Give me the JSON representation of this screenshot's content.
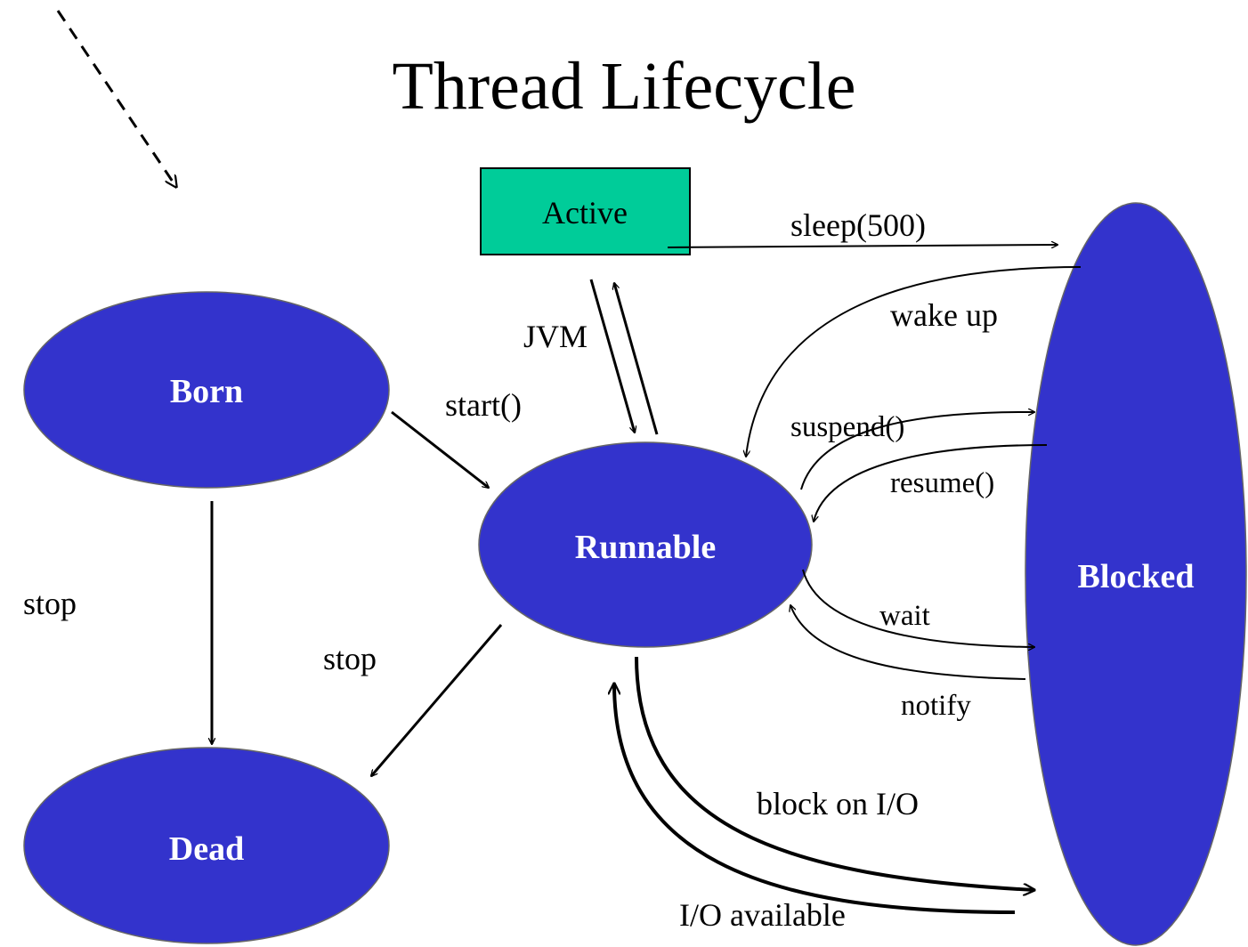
{
  "title": "Thread Lifecycle",
  "states": {
    "born": "Born",
    "runnable": "Runnable",
    "blocked": "Blocked",
    "dead": "Dead",
    "active": "Active"
  },
  "transitions": {
    "start": "start()",
    "jvm": "JVM",
    "sleep": "sleep(500)",
    "wake_up": "wake up",
    "suspend": "suspend()",
    "resume": "resume()",
    "wait": "wait",
    "notify": "notify",
    "block_io": "block on I/O",
    "io_available": "I/O available",
    "stop_born": "stop",
    "stop_runnable": "stop"
  },
  "colors": {
    "state_fill": "#3333cc",
    "active_fill": "#00cc99"
  }
}
